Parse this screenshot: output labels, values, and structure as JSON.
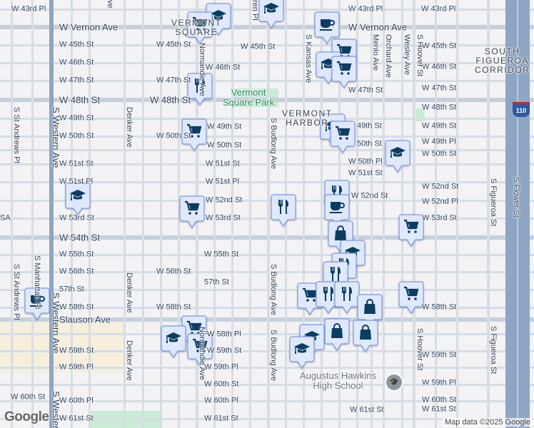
{
  "map": {
    "colors": {
      "background": "#f3f2f4",
      "road": "#d6dde5",
      "arterial": "#c6d0db",
      "freeway": "#8ea6c4",
      "park": "#c8ecd4",
      "commercial": "#f6efdc",
      "marker_fill": "#dfe8fc",
      "marker_border": "#7d9be0",
      "marker_icon": "#0b3d62"
    },
    "street_labels": [
      "W 43rd Pl",
      "W Vernon Ave",
      "W 45th St",
      "W 46th St",
      "W 47th St",
      "W 48th St",
      "W 49th St",
      "W 50th St",
      "W 51st St",
      "W 51st Pl",
      "W 53rd St",
      "W 54th St",
      "W 55th St",
      "W 56th St",
      "57th St",
      "W 58th St",
      "Slauson Ave",
      "W 59th St",
      "W 59th Pl",
      "W 60th St",
      "W 60th Pl",
      "W 61st St",
      "W 45th St",
      "W 47th St",
      "W 48th St",
      "W 50th St",
      "W 56th St",
      "W 58th St",
      "W 46th St",
      "W 49th St",
      "W 50th St",
      "W 51st St",
      "W 51st Pl",
      "W 52nd St",
      "W 53rd St",
      "W 55th St",
      "57th St",
      "W 58th Pl",
      "W 59th St",
      "W 59th Pl",
      "W 60th St",
      "W 60th Pl",
      "W 61st St",
      "W 45th St",
      "W 43rd Pl",
      "W Vernon Ave",
      "W 47th St",
      "49th St",
      "50th St",
      "W 50th Pl",
      "W 51st St",
      "W 52nd St",
      "W 61st St",
      "W 43rd Pl",
      "W 45th St",
      "W 46th St",
      "W 47th St",
      "W 48th St",
      "W 49th St",
      "W 49th Pl",
      "W 50th St",
      "W 52nd St",
      "W 52nd Pl",
      "W 53rd St",
      "W 58th St",
      "W 59th St",
      "W 59th Pl",
      "W 60th St",
      "W 61st St",
      "S Western Ave",
      "S Western Ave",
      "S Western",
      "S St Andrews Pl",
      "S St Andrews Pl",
      "S Manhattan Pl",
      "Denker Ave",
      "Denker Ave",
      "Denker Ave",
      "Normandie Ave",
      "Normandie Ave",
      "ren Pl",
      "ve",
      "S Budlong Ave",
      "S Budlong Ave",
      "S Budlong Ave",
      "S Kansas Ave",
      "Menlo Ave",
      "Orchard Ave",
      "Wesley Ave",
      "S Hoover St",
      "S Hoover St",
      "S Figueroa St",
      "S Figueroa St",
      "S Flower St",
      "SA"
    ],
    "neighborhoods": [
      "VERMONT\nSQUARE",
      "VERMONT\nHARBOR",
      "SOUTH\nFIGUEROA\nCORRIDOR"
    ],
    "parks": [
      "Vermont\nSquare Park"
    ],
    "pois": [
      "Augustus Hawkins\nHigh School"
    ],
    "highway_shield": "110",
    "markers": [
      "school",
      "grocery",
      "school",
      "cafe",
      "grocery",
      "school",
      "grocery",
      "restaurant",
      "school",
      "grocery",
      "grocery",
      "school",
      "school",
      "grocery",
      "restaurant",
      "restaurant",
      "cafe",
      "grocery",
      "shopping",
      "school",
      "restaurant",
      "restaurant",
      "grocery",
      "restaurant",
      "restaurant",
      "grocery",
      "shopping",
      "shopping",
      "shopping",
      "school",
      "school",
      "cafe",
      "grocery",
      "school",
      "grocery"
    ],
    "logo": "Google",
    "attribution": "Map data ©2025 Google"
  }
}
